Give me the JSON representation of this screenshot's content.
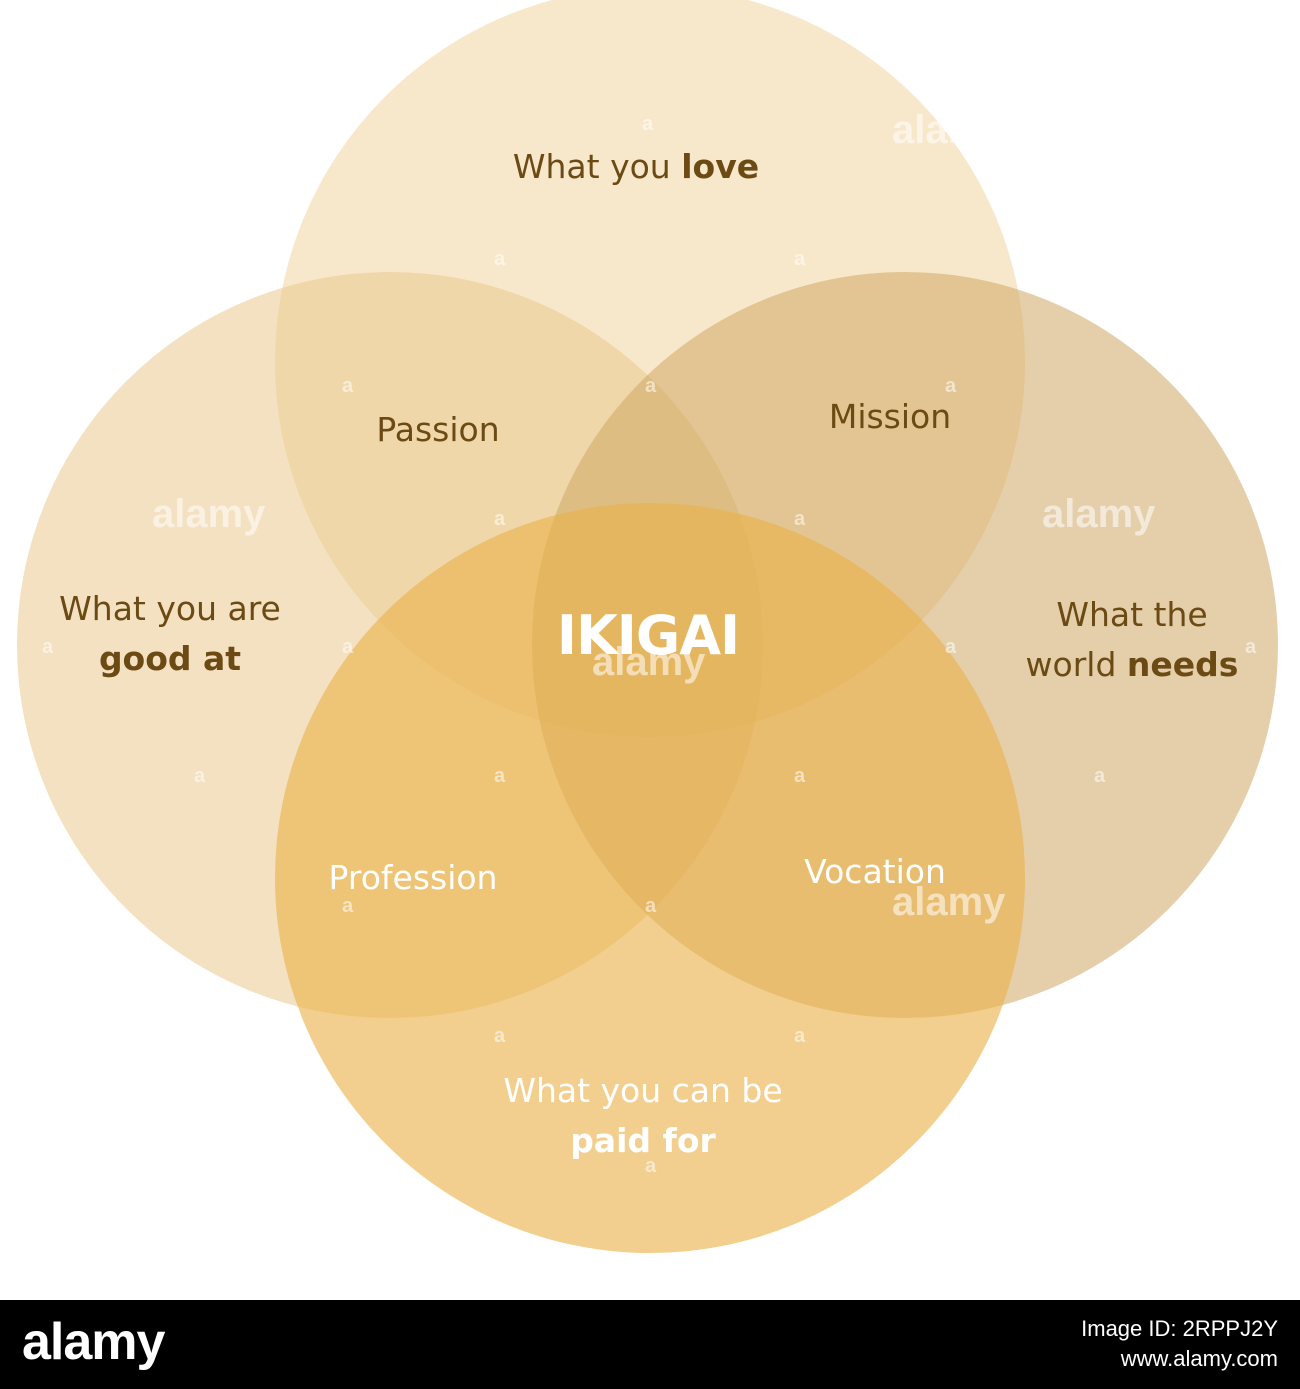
{
  "diagram": {
    "center_label": "IKIGAI",
    "circles": [
      {
        "id": "love",
        "line1": "What you ",
        "bold1": "love",
        "line2": "",
        "bold2": "",
        "color": "#f2d6a0"
      },
      {
        "id": "good_at",
        "line1": "What you are",
        "bold1": "",
        "line2": "",
        "bold2": "good at",
        "color": "#edcf9f"
      },
      {
        "id": "world_needs",
        "line1": "What the",
        "bold1": "",
        "line2": "world ",
        "bold2": "needs",
        "color": "#d7b77c"
      },
      {
        "id": "paid_for",
        "line1": "What you can be",
        "bold1": "",
        "line2": "",
        "bold2": "paid for",
        "color": "#eebf55"
      }
    ],
    "intersections": {
      "passion": "Passion",
      "mission": "Mission",
      "profession": "Profession",
      "vocation": "Vocation"
    }
  },
  "watermark": {
    "word": "alamy",
    "letter": "a"
  },
  "footer": {
    "brand": "alamy",
    "image_id": "Image ID: 2RPPJ2Y",
    "site": "www.alamy.com"
  }
}
